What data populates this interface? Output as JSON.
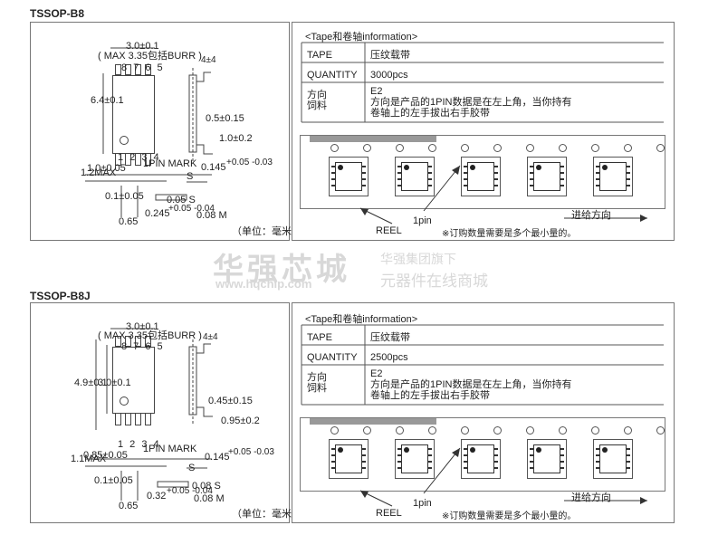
{
  "sections": [
    {
      "title": "TSSOP-B8",
      "drawing": {
        "width_dim": "3.0±0.1",
        "max_note": "( MAX 3.35包括BURR )",
        "height_dim": "6.4±0.1",
        "corner_mark": "4±4",
        "dim_a": "0.5±0.15",
        "dim_b": "1.0±0.2",
        "pin_numbers": "1 2 3 4",
        "top_pins": "8 7 6 5",
        "pin_mark": "1PIN MARK",
        "dim_c": "0.145",
        "dim_c_tol": "+0.05 -0.03",
        "dim_d": "1.2MAX",
        "dim_e": "1.0±0.05",
        "dim_f": "0.1±0.05",
        "dim_g": "0.05 S",
        "dim_h": "0.245",
        "dim_h_tol": "+0.05 -0.04",
        "dim_i": "0.08 M",
        "pitch": "0.65",
        "s_label": "S",
        "unit": "（单位：毫米）"
      },
      "tape": {
        "header": "<Tape和卷轴information>",
        "rows": [
          {
            "label": "TAPE",
            "value": "压纹载带"
          },
          {
            "label": "QUANTITY",
            "value": "3000pcs"
          },
          {
            "label": "方向\n饲料",
            "value": "E2\n方向是产品的1PIN数据是在左上角，当你持有\n卷轴上的左手拔出右手胶带"
          }
        ],
        "reel": "REEL",
        "pin1": "1pin",
        "feed": "进给方向",
        "note": "※订购数量需要是多个最小量的。"
      }
    },
    {
      "title": "TSSOP-B8J",
      "drawing": {
        "width_dim": "3.0±0.1",
        "max_note": "( MAX 3.35包括BURR )",
        "height_dim": "4.9±0.1",
        "height_dim2": "3.0±0.1",
        "corner_mark": "4±4",
        "dim_a": "0.45±0.15",
        "dim_b": "0.95±0.2",
        "pin_numbers": "1 2 3 4",
        "top_pins": "8 7 6 5",
        "pin_mark": "1PIN MARK",
        "dim_c": "0.145",
        "dim_c_tol": "+0.05 -0.03",
        "dim_d": "1.1MAX",
        "dim_e": "0.85±0.05",
        "dim_f": "0.1±0.05",
        "dim_g": "0.08 S",
        "dim_h": "0.32",
        "dim_h_tol": "+0.05 -0.04",
        "dim_i": "0.08 M",
        "pitch": "0.65",
        "s_label": "S",
        "unit": "（单位：毫米）"
      },
      "tape": {
        "header": "<Tape和卷轴information>",
        "rows": [
          {
            "label": "TAPE",
            "value": "压纹载带"
          },
          {
            "label": "QUANTITY",
            "value": "2500pcs"
          },
          {
            "label": "方向\n饲料",
            "value": "E2\n方向是产品的1PIN数据是在左上角，当你持有\n卷轴上的左手拔出右手胶带"
          }
        ],
        "reel": "REEL",
        "pin1": "1pin",
        "feed": "进给方向",
        "note": "※订购数量需要是多个最小量的。"
      }
    }
  ],
  "watermark": {
    "brand": "华强芯城",
    "url": "www.hqchip.com",
    "slogan1": "华强集团旗下",
    "slogan2": "元器件在线商城"
  }
}
